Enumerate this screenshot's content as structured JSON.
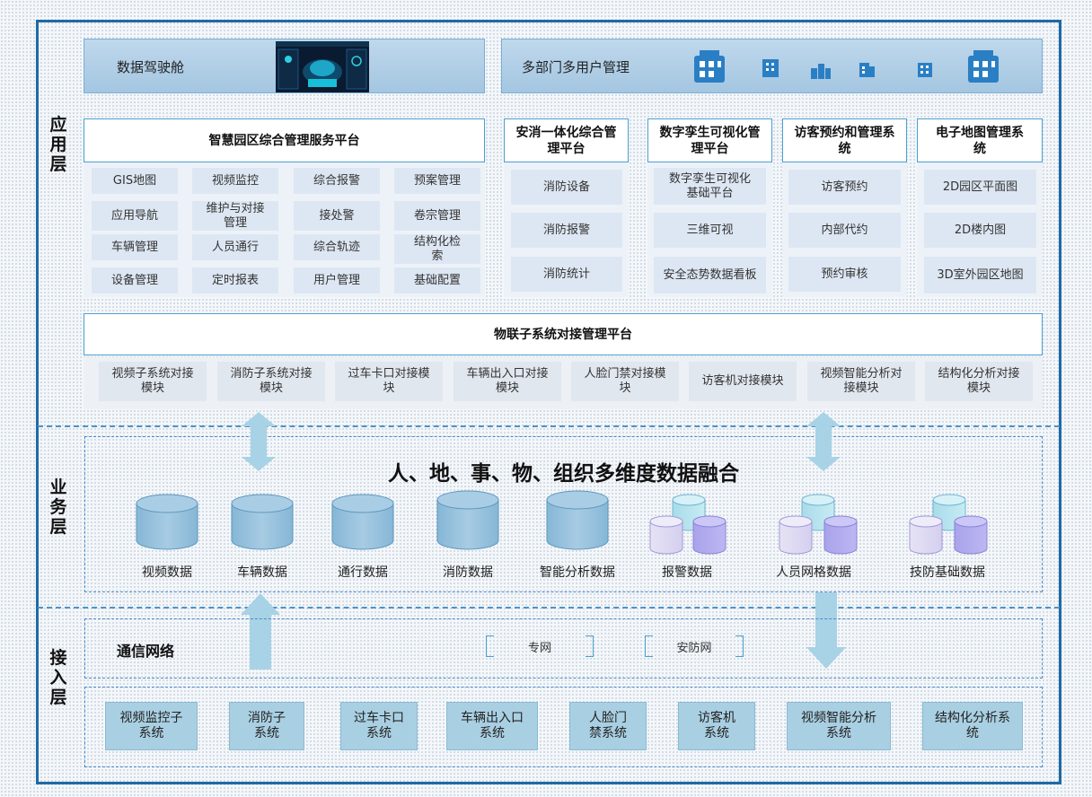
{
  "layers": {
    "app": "应用层",
    "business": "业务层",
    "access": "接入层"
  },
  "top_bands": {
    "left": "数据驾驶舱",
    "right": "多部门多用户管理"
  },
  "platforms": {
    "smart_park": {
      "title": "智慧园区综合管理服务平台",
      "items": [
        "GIS地图",
        "视频监控",
        "综合报警",
        "预案管理",
        "应用导航",
        "维护与对接管理",
        "接处警",
        "卷宗管理",
        "车辆管理",
        "人员通行",
        "综合轨迹",
        "结构化检索",
        "设备管理",
        "定时报表",
        "用户管理",
        "基础配置"
      ]
    },
    "fire": {
      "title": "安消一体化综合管理平台",
      "items": [
        "消防设备",
        "消防报警",
        "消防统计"
      ]
    },
    "twin": {
      "title": "数字孪生可视化管理平台",
      "items": [
        "数字孪生可视化基础平台",
        "三维可视",
        "安全态势数据看板"
      ]
    },
    "visitor": {
      "title": "访客预约和管理系统",
      "items": [
        "访客预约",
        "内部代约",
        "预约审核"
      ]
    },
    "map": {
      "title": "电子地图管理系统",
      "items": [
        "2D园区平面图",
        "2D楼内图",
        "3D室外园区地图"
      ]
    }
  },
  "iot": {
    "title": "物联子系统对接管理平台",
    "modules": [
      "视频子系统对接模块",
      "消防子系统对接模块",
      "过车卡口对接模块",
      "车辆出入口对接模块",
      "人脸门禁对接模块",
      "访客机对接模块",
      "视频智能分析对接模块",
      "结构化分析对接模块"
    ]
  },
  "fusion": {
    "title": "人、地、事、物、组织多维度数据融合",
    "data": [
      "视频数据",
      "车辆数据",
      "通行数据",
      "消防数据",
      "智能分析数据",
      "报警数据",
      "人员网格数据",
      "技防基础数据"
    ]
  },
  "network": {
    "label": "通信网络",
    "items": [
      "专网",
      "安防网"
    ]
  },
  "subsystems": [
    "视频监控子系统",
    "消防子系统",
    "过车卡口系统",
    "车辆出入口系统",
    "人脸门禁系统",
    "访客机系统",
    "视频智能分析系统",
    "结构化分析系统"
  ],
  "colors": {
    "frame": "#1f6aa5",
    "accent": "#4aa0cf",
    "cylinder": "#8fbdd9",
    "cluster_purple": "#b9b3ee"
  },
  "icons": [
    "dashboard-screenshot",
    "building-icon"
  ]
}
